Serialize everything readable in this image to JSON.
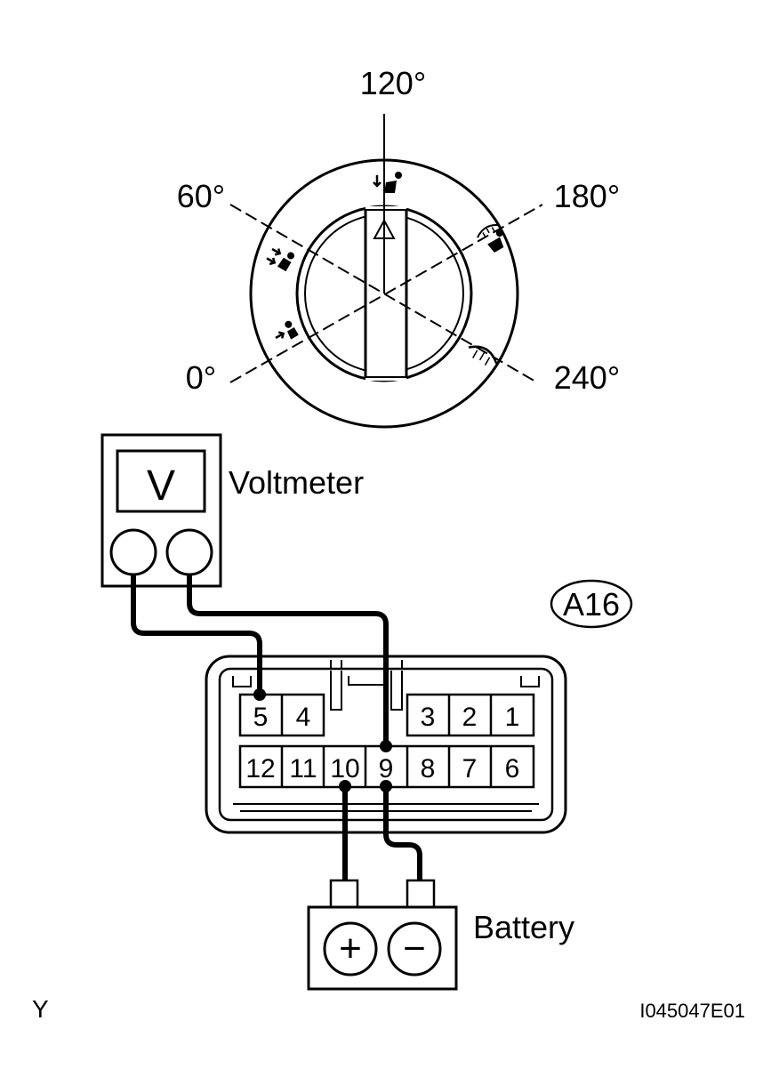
{
  "dial": {
    "angles": [
      "0°",
      "60°",
      "120°",
      "180°",
      "240°"
    ]
  },
  "voltmeter": {
    "display": "V",
    "label": "Voltmeter"
  },
  "connector": {
    "code": "A16",
    "top_left_pins": [
      "5",
      "4"
    ],
    "top_right_pins": [
      "3",
      "2",
      "1"
    ],
    "bottom_pins": [
      "12",
      "11",
      "10",
      "9",
      "8",
      "7",
      "6"
    ]
  },
  "battery": {
    "label": "Battery",
    "positive": "+",
    "negative": "−"
  },
  "footer": {
    "left_code": "Y",
    "figure_id": "I045047E01"
  }
}
